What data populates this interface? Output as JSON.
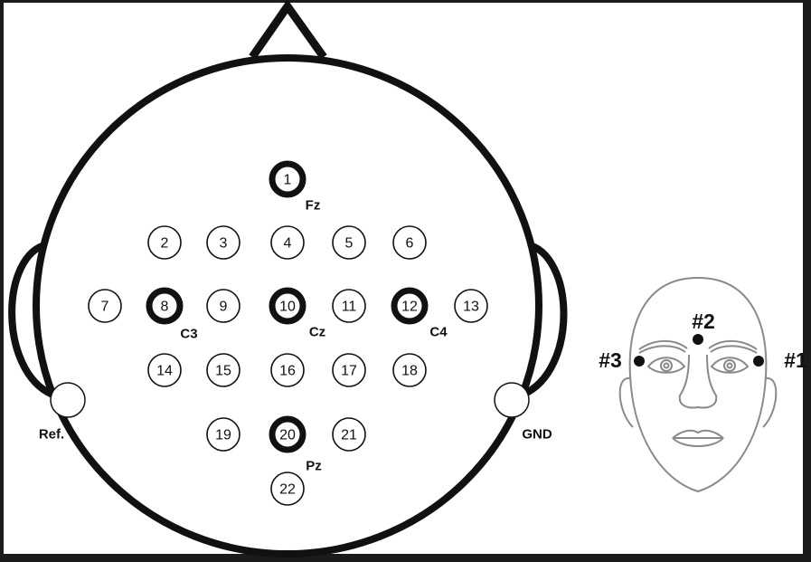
{
  "electrodes": [
    {
      "id": "1",
      "bold": true
    },
    {
      "id": "2",
      "bold": false
    },
    {
      "id": "3",
      "bold": false
    },
    {
      "id": "4",
      "bold": false
    },
    {
      "id": "5",
      "bold": false
    },
    {
      "id": "6",
      "bold": false
    },
    {
      "id": "7",
      "bold": false
    },
    {
      "id": "8",
      "bold": true
    },
    {
      "id": "9",
      "bold": false
    },
    {
      "id": "10",
      "bold": true
    },
    {
      "id": "11",
      "bold": false
    },
    {
      "id": "12",
      "bold": true
    },
    {
      "id": "13",
      "bold": false
    },
    {
      "id": "14",
      "bold": false
    },
    {
      "id": "15",
      "bold": false
    },
    {
      "id": "16",
      "bold": false
    },
    {
      "id": "17",
      "bold": false
    },
    {
      "id": "18",
      "bold": false
    },
    {
      "id": "19",
      "bold": false
    },
    {
      "id": "20",
      "bold": true
    },
    {
      "id": "21",
      "bold": false
    },
    {
      "id": "22",
      "bold": false
    }
  ],
  "site_labels": {
    "fz": "Fz",
    "c3": "C3",
    "cz": "Cz",
    "c4": "C4",
    "pz": "Pz"
  },
  "ref_label": "Ref.",
  "gnd_label": "GND",
  "face_electrodes": {
    "e1": "#1",
    "e2": "#2",
    "e3": "#3"
  },
  "colors": {
    "background": "#ffffff",
    "frame": "#1b1b1b",
    "ink": "#111111",
    "face_line": "#8a8a8a"
  }
}
